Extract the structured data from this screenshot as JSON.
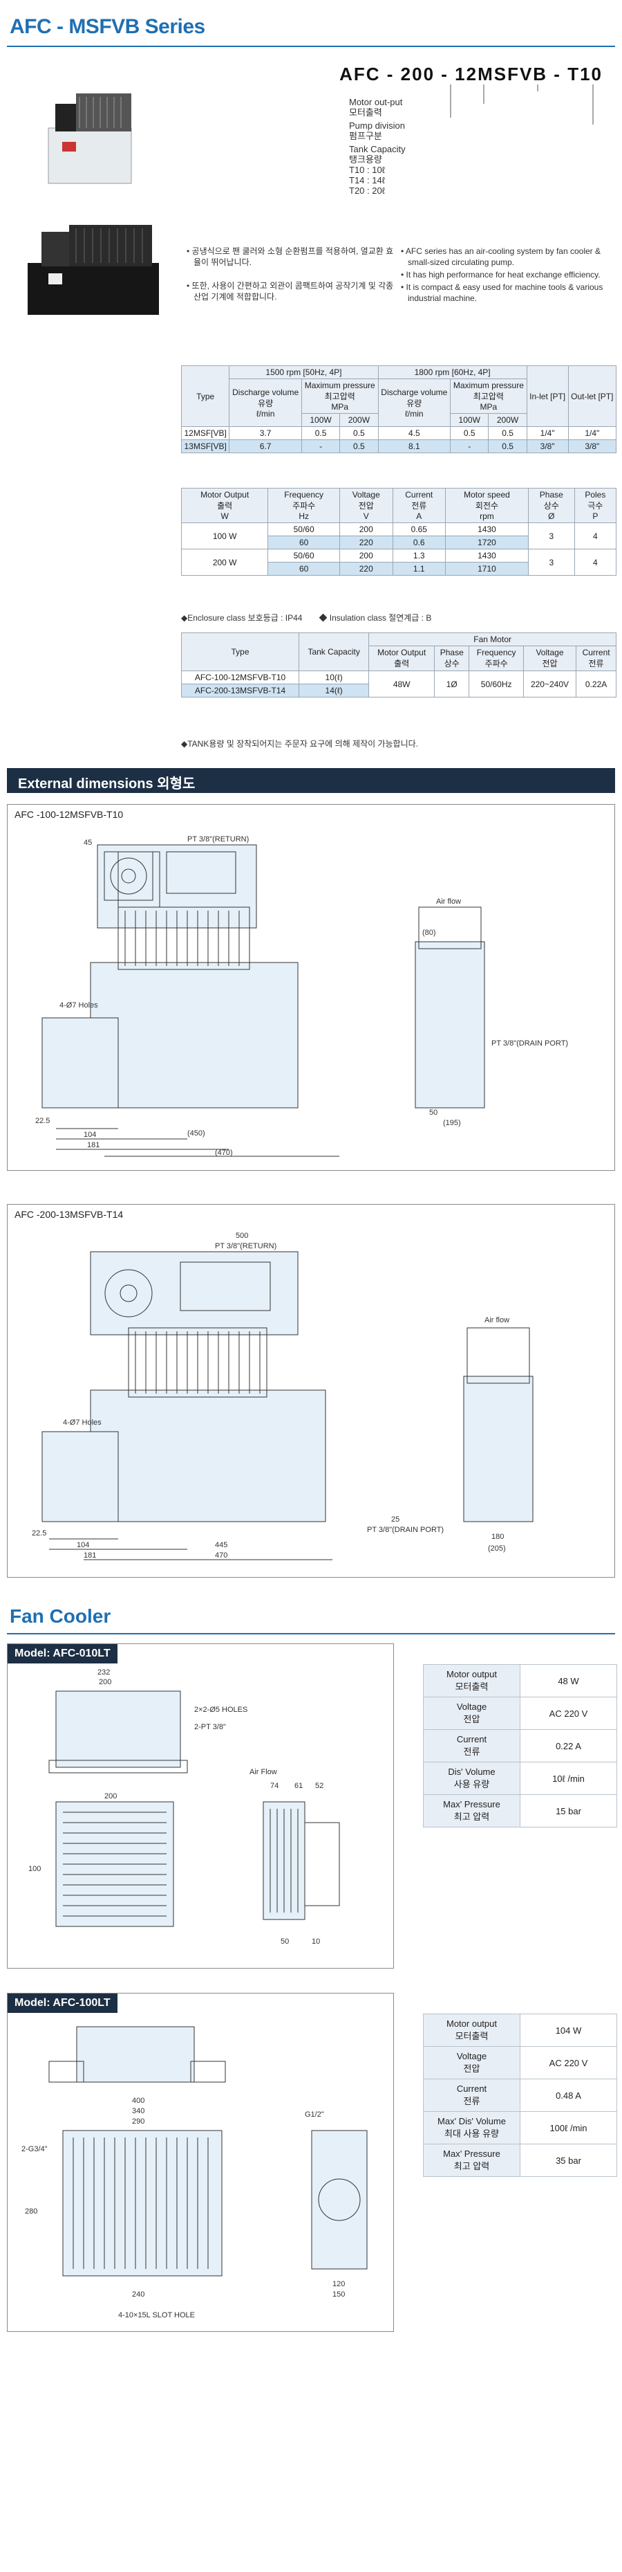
{
  "header": {
    "title": "AFC - MSFVB Series",
    "model_code": "AFC - 200 - 12MSFVB - T10"
  },
  "code_legend": [
    "Motor out-put",
    "모터출력",
    "Pump division",
    "펌프구분",
    "Tank Capacity",
    "탱크용량",
    "T10 : 10ℓ",
    "T14 : 14ℓ",
    "T20 : 20ℓ"
  ],
  "bullets_ko": [
    "공냉식으로 팬 쿨러와 소형 순환펌프를 적용하여, 열교환 효율이 뛰어납니다.",
    "또한, 사용이 간편하고 외관이 콤팩트하여 공작기계 및 각종 산업 기계에 적합합니다."
  ],
  "bullets_en": [
    "AFC series has an air-cooling system by fan cooler & small-sized circulating pump.",
    "It has high performance for heat exchange efficiency.",
    "It is compact & easy used for machine tools & various industrial machine."
  ],
  "table1": {
    "h_type": "Type",
    "h_1500": "1500 rpm [50Hz, 4P]",
    "h_1800": "1800 rpm [60Hz, 4P]",
    "h_dv": "Discharge volume",
    "h_dv_ko": "유량",
    "h_dv_u": "ℓ/min",
    "h_mp": "Maximum pressure",
    "h_mp_ko": "최고압력",
    "h_mp_u": "MPa",
    "h_100": "100W",
    "h_200": "200W",
    "h_in": "In-let [PT]",
    "h_out": "Out-let [PT]",
    "rows": [
      [
        "12MSF[VB]",
        "3.7",
        "0.5",
        "0.5",
        "4.5",
        "0.5",
        "0.5",
        "1/4\"",
        "1/4\""
      ],
      [
        "13MSF[VB]",
        "6.7",
        "-",
        "0.5",
        "8.1",
        "-",
        "0.5",
        "3/8\"",
        "3/8\""
      ]
    ]
  },
  "table2": {
    "heads": [
      "Motor Output",
      "Frequency",
      "Voltage",
      "Current",
      "Motor speed",
      "Phase",
      "Poles"
    ],
    "heads_ko": [
      "출력",
      "주파수",
      "전압",
      "전류",
      "회전수",
      "상수",
      "극수"
    ],
    "units": [
      "W",
      "Hz",
      "V",
      "A",
      "rpm",
      "Ø",
      "P"
    ],
    "rows": [
      [
        "100 W",
        "50/60",
        "200",
        "0.65",
        "1430",
        "3",
        "4"
      ],
      [
        "",
        "60",
        "220",
        "0.6",
        "1720",
        "",
        ""
      ],
      [
        "200 W",
        "50/60",
        "200",
        "1.3",
        "1430",
        "3",
        "4"
      ],
      [
        "",
        "60",
        "220",
        "1.1",
        "1710",
        "",
        ""
      ]
    ],
    "note": "◆Enclosure class 보호등급 : IP44　　◆ Insulation class 절연계급 : B"
  },
  "table3": {
    "h_type": "Type",
    "h_tank": "Tank Capacity",
    "h_fan": "Fan Motor",
    "sub": [
      "Motor Output",
      "Phase",
      "Frequency",
      "Voltage",
      "Current"
    ],
    "sub_ko": [
      "출력",
      "상수",
      "주파수",
      "전압",
      "전류"
    ],
    "rows": [
      [
        "AFC-100-12MSFVB-T10",
        "10(ℓ)"
      ],
      [
        "AFC-200-13MSFVB-T14",
        "14(ℓ)"
      ]
    ],
    "fan_vals": [
      "48W",
      "1Ø",
      "50/60Hz",
      "220~240V",
      "0.22A"
    ],
    "note": "◆TANK용량 및 장착되어지는 주문자 요구에 의해 제작이 가능합니다."
  },
  "ext": {
    "section": "External dimensions 외형도",
    "d1": "AFC -100-12MSFVB-T10",
    "d2": "AFC -200-13MSFVB-T14",
    "d1_labels": [
      "4-Ø7 Holes",
      "Air flow",
      "PT 3/8\"(RETURN)",
      "PT 3/8\"(DRAIN PORT)",
      "(450)",
      "(470)",
      "104",
      "181",
      "22.5",
      "(195)",
      "50",
      "45",
      "(80)"
    ],
    "d2_labels": [
      "4-Ø7 Holes",
      "Air flow",
      "PT 3/8\"(RETURN)",
      "PT 3/8\"(DRAIN PORT)",
      "500",
      "445",
      "470",
      "104",
      "181",
      "22.5",
      "180",
      "(205)",
      "25"
    ]
  },
  "fan": {
    "title": "Fan Cooler",
    "m1": {
      "name": "Model: AFC-010LT",
      "labels": [
        "232",
        "200",
        "2×2-Ø5 HOLES",
        "2-PT 3/8\"",
        "Air Flow",
        "74",
        "61",
        "52",
        "100",
        "200",
        "50",
        "10"
      ],
      "spec": [
        [
          "Motor output",
          "모터출력",
          "48 W"
        ],
        [
          "Voltage",
          "전압",
          "AC 220 V"
        ],
        [
          "Current",
          "전류",
          "0.22 A"
        ],
        [
          "Dis' Volume",
          "사용 유량",
          "10ℓ /min"
        ],
        [
          "Max' Pressure",
          "최고 압력",
          "15 bar"
        ]
      ]
    },
    "m2": {
      "name": "Model: AFC-100LT",
      "labels": [
        "400",
        "340",
        "290",
        "2-G3/4\"",
        "G1/2\"",
        "280",
        "240",
        "4-10×15L SLOT HOLE",
        "120",
        "150"
      ],
      "spec": [
        [
          "Motor output",
          "모터출력",
          "104 W"
        ],
        [
          "Voltage",
          "전압",
          "AC 220 V"
        ],
        [
          "Current",
          "전류",
          "0.48 A"
        ],
        [
          "Max' Dis' Volume",
          "최대 사용 유량",
          "100ℓ /min"
        ],
        [
          "Max' Pressure",
          "최고 압력",
          "35 bar"
        ]
      ]
    }
  }
}
